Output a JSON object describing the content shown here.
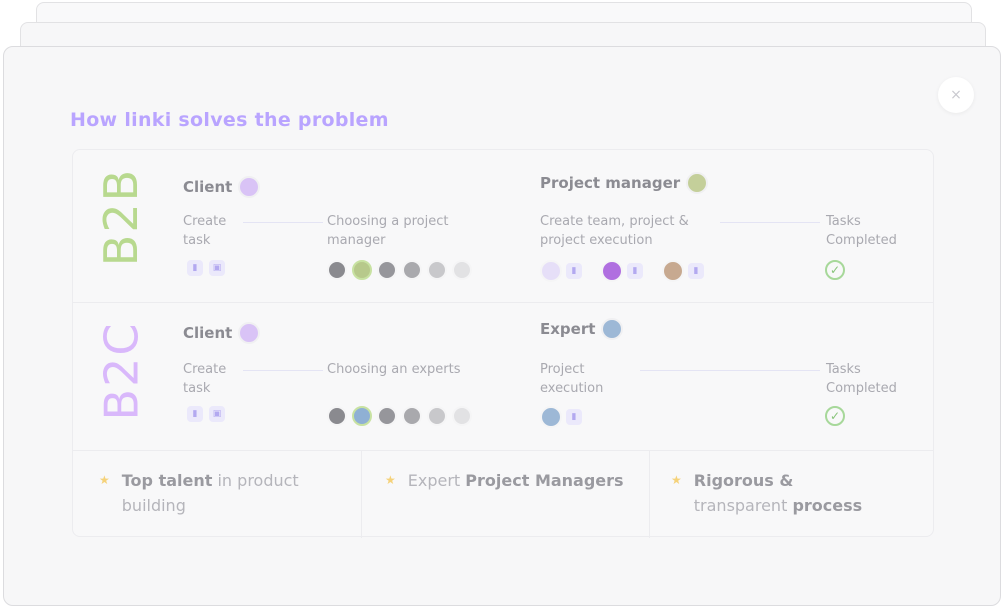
{
  "modal": {
    "close_icon": "×",
    "title": "How linki solves the problem"
  },
  "b2b": {
    "label": "B2B",
    "label_color": "#b8d98f",
    "client": {
      "title": "Client"
    },
    "steps": [
      "Create task",
      "Choosing a project manager"
    ],
    "pm": {
      "title": "Project manager"
    },
    "pm_steps": [
      "Create team, project & project execution",
      "Tasks Completed"
    ]
  },
  "b2c": {
    "label": "B2C",
    "label_color": "#d9b8fb",
    "client": {
      "title": "Client"
    },
    "steps": [
      "Create task",
      "Choosing an experts"
    ],
    "expert": {
      "title": "Expert"
    },
    "expert_steps": [
      "Project execution",
      "Tasks Completed"
    ]
  },
  "features": [
    {
      "bold": "Top talent",
      "rest": "in product building"
    },
    {
      "plain": "Expert",
      "bold": "Project Managers"
    },
    {
      "bold": "Rigorous &",
      "plain": "transparent",
      "bold2": "process"
    }
  ],
  "colors": {
    "accent": "#b9a4ff",
    "success": "#88c47a",
    "star": "#f5d27a"
  },
  "icons": {
    "check": "✓",
    "star": "★"
  }
}
